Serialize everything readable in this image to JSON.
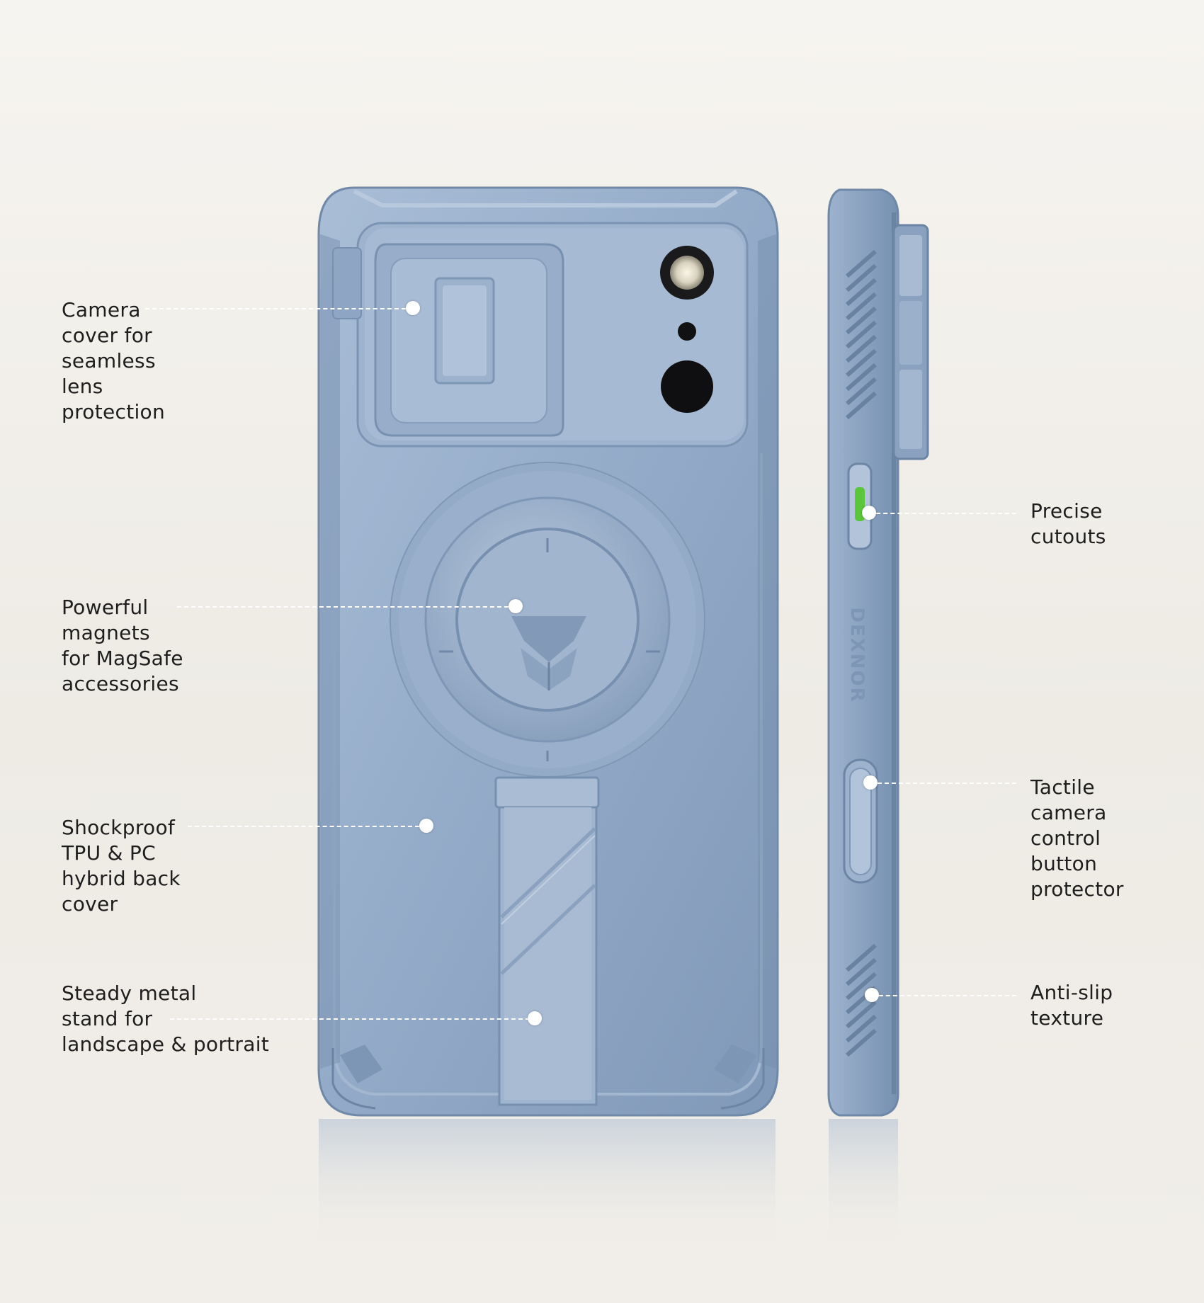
{
  "product": {
    "brand_mark": "DEXNOR",
    "colors": {
      "case_blue": "#8fa7c4",
      "case_light": "#aec0d6",
      "case_dark": "#6f88a8",
      "background": "#f2efea",
      "green_indicator": "#5cc63a"
    }
  },
  "callouts": [
    {
      "id": "camera-cover",
      "text": "Camera\ncover for\nseamless\nlens\nprotection"
    },
    {
      "id": "magnets",
      "text": "Powerful\nmagnets\nfor MagSafe\naccessories"
    },
    {
      "id": "shockproof",
      "text": "Shockproof\nTPU & PC\nhybrid back\ncover"
    },
    {
      "id": "stand",
      "text": "Steady metal\nstand for\nlandscape & portrait"
    },
    {
      "id": "cutouts",
      "text": "Precise\ncutouts"
    },
    {
      "id": "camera-control",
      "text": "Tactile\ncamera\ncontrol\nbutton\nprotector"
    },
    {
      "id": "anti-slip",
      "text": "Anti-slip\ntexture"
    }
  ]
}
